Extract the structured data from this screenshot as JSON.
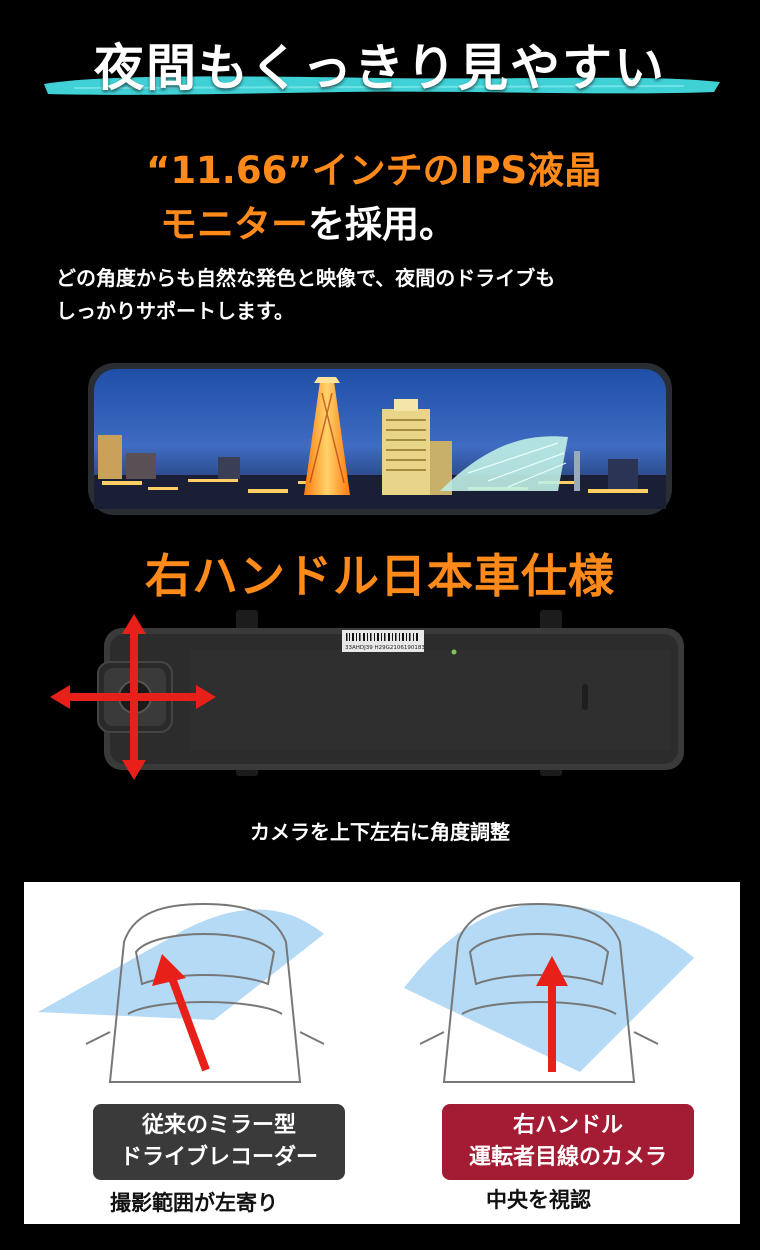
{
  "header": {
    "title": "夜間もくっきり見やすい"
  },
  "feature": {
    "line1_quote": "“11.66”インチのIPS液晶",
    "line2_orange": "モニター",
    "line2_white": "を採用。"
  },
  "description": {
    "line1": "どの角度からも自然な発色と映像で、夜間のドライブも",
    "line2": "しっかりサポートします。"
  },
  "right_hand": {
    "title": "右ハンドル日本車仕様",
    "caption": "カメラを上下左右に角度調整"
  },
  "device": {
    "barcode_text": "33AHDJ39 H29G2106190183"
  },
  "comparison": {
    "left": {
      "label_line1": "従来のミラー型",
      "label_line2": "ドライブレコーダー",
      "caption": "撮影範囲が左寄り"
    },
    "right": {
      "label_line1": "右ハンドル",
      "label_line2": "運転者目線のカメラ",
      "caption": "中央を視認"
    }
  },
  "colors": {
    "accent_orange": "#ff8a1a",
    "arrow_red": "#e8201a",
    "brush_teal": "#3fd1d6",
    "label_dark": "#3a3a3a",
    "label_red": "#a31c33"
  }
}
